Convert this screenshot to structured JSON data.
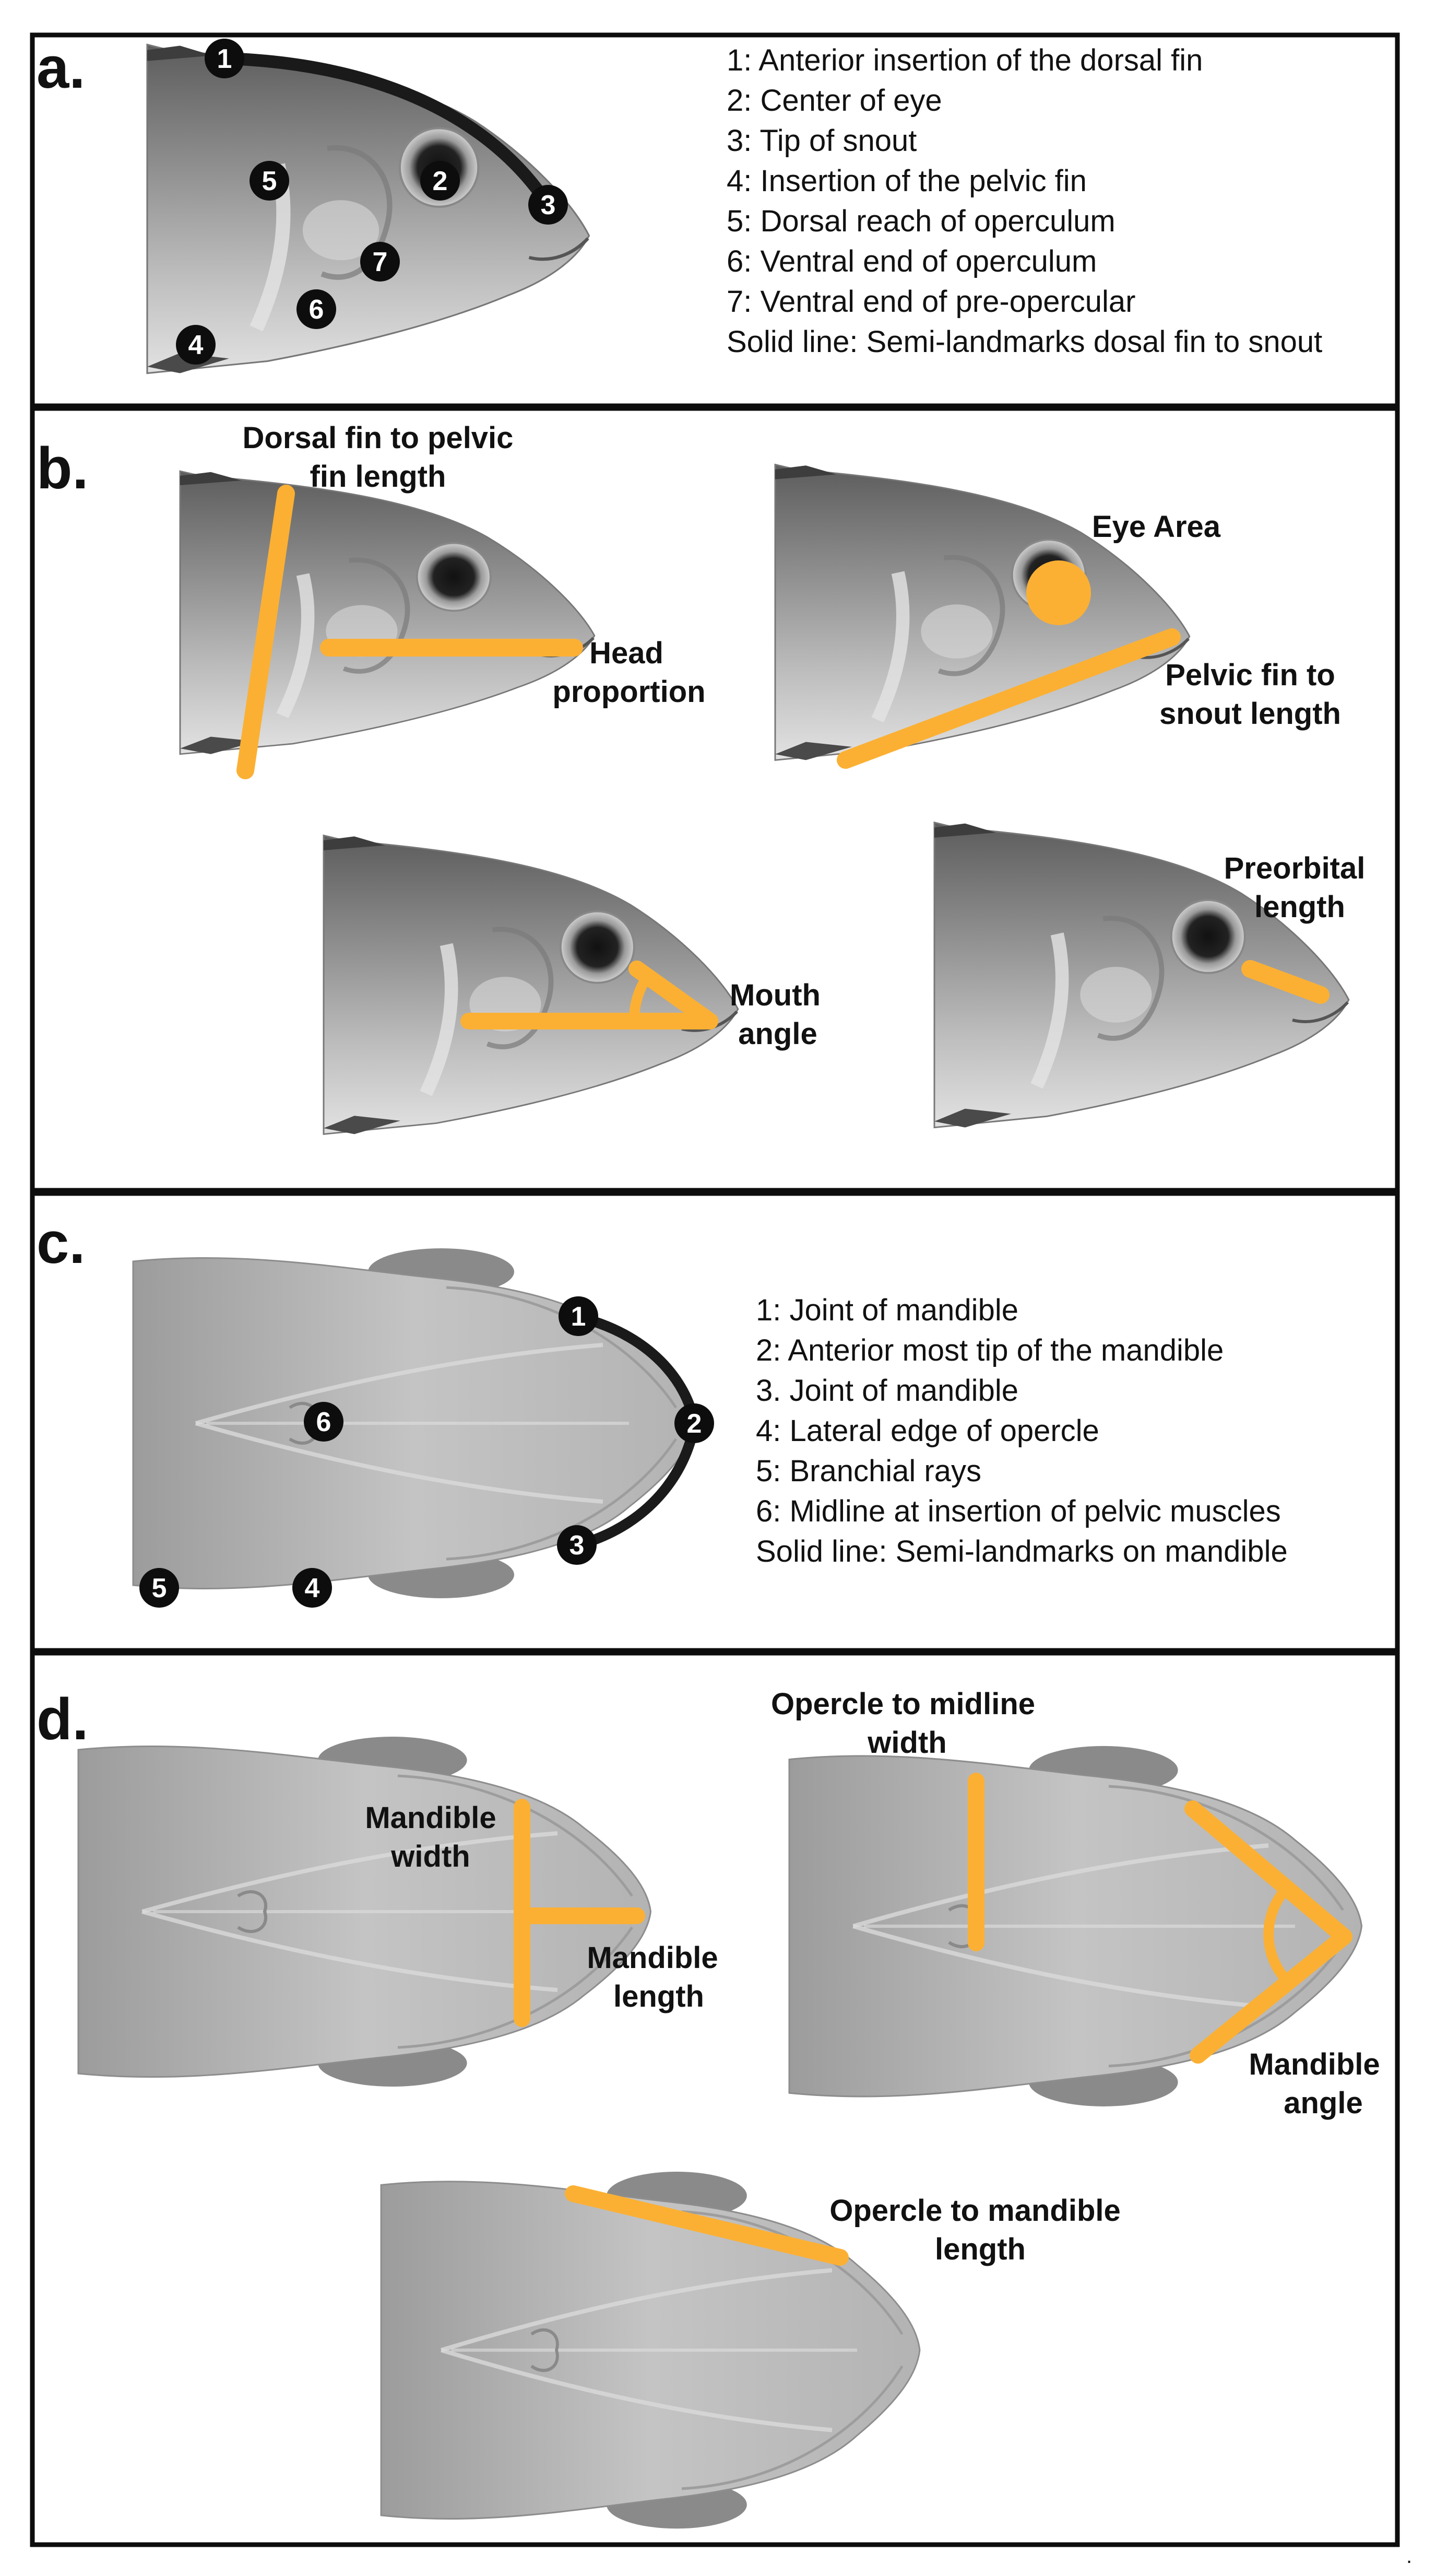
{
  "colors": {
    "measure": "#FBB034",
    "outline": "#0d0d0d",
    "fish_light": "#c9c9c9",
    "fish_dark": "#6f6f6f"
  },
  "panels": {
    "a": {
      "letter": "a.",
      "landmarks": [
        "1",
        "2",
        "3",
        "4",
        "5",
        "6",
        "7"
      ],
      "legend": [
        "1: Anterior insertion of the dorsal fin",
        "2: Center of eye",
        "3: Tip of snout",
        "4: Insertion of the pelvic fin",
        "5: Dorsal reach of operculum",
        "6: Ventral end of operculum",
        "7: Ventral end of pre-opercular",
        "Solid line: Semi-landmarks dosal fin to snout"
      ]
    },
    "b": {
      "letter": "b.",
      "labels": {
        "dorsal_pelvic_1": "Dorsal fin to pelvic",
        "dorsal_pelvic_2": "fin length",
        "head_1": "Head",
        "head_2": "proportion",
        "eye": "Eye Area",
        "pelvic_snout_1": "Pelvic fin to",
        "pelvic_snout_2": "snout length",
        "mouth_1": "Mouth",
        "mouth_2": "angle",
        "preorbital_1": "Preorbital",
        "preorbital_2": "length"
      }
    },
    "c": {
      "letter": "c.",
      "landmarks": [
        "1",
        "2",
        "3",
        "4",
        "5",
        "6"
      ],
      "legend": [
        "1: Joint of mandible",
        "2: Anterior most tip of the mandible",
        "3. Joint of mandible",
        "4: Lateral edge of opercle",
        "5: Branchial rays",
        "6: Midline at insertion of pelvic muscles",
        "Solid line: Semi-landmarks on mandible"
      ]
    },
    "d": {
      "letter": "d.",
      "labels": {
        "mandible_width_1": "Mandible",
        "mandible_width_2": "width",
        "mandible_length_1": "Mandible",
        "mandible_length_2": "length",
        "opercle_midline_1": "Opercle to midline",
        "opercle_midline_2": "width",
        "mandible_angle_1": "Mandible",
        "mandible_angle_2": "angle",
        "opercle_mandible_1": "Opercle to mandible",
        "opercle_mandible_2": "length"
      }
    }
  },
  "trailing_mark": "."
}
